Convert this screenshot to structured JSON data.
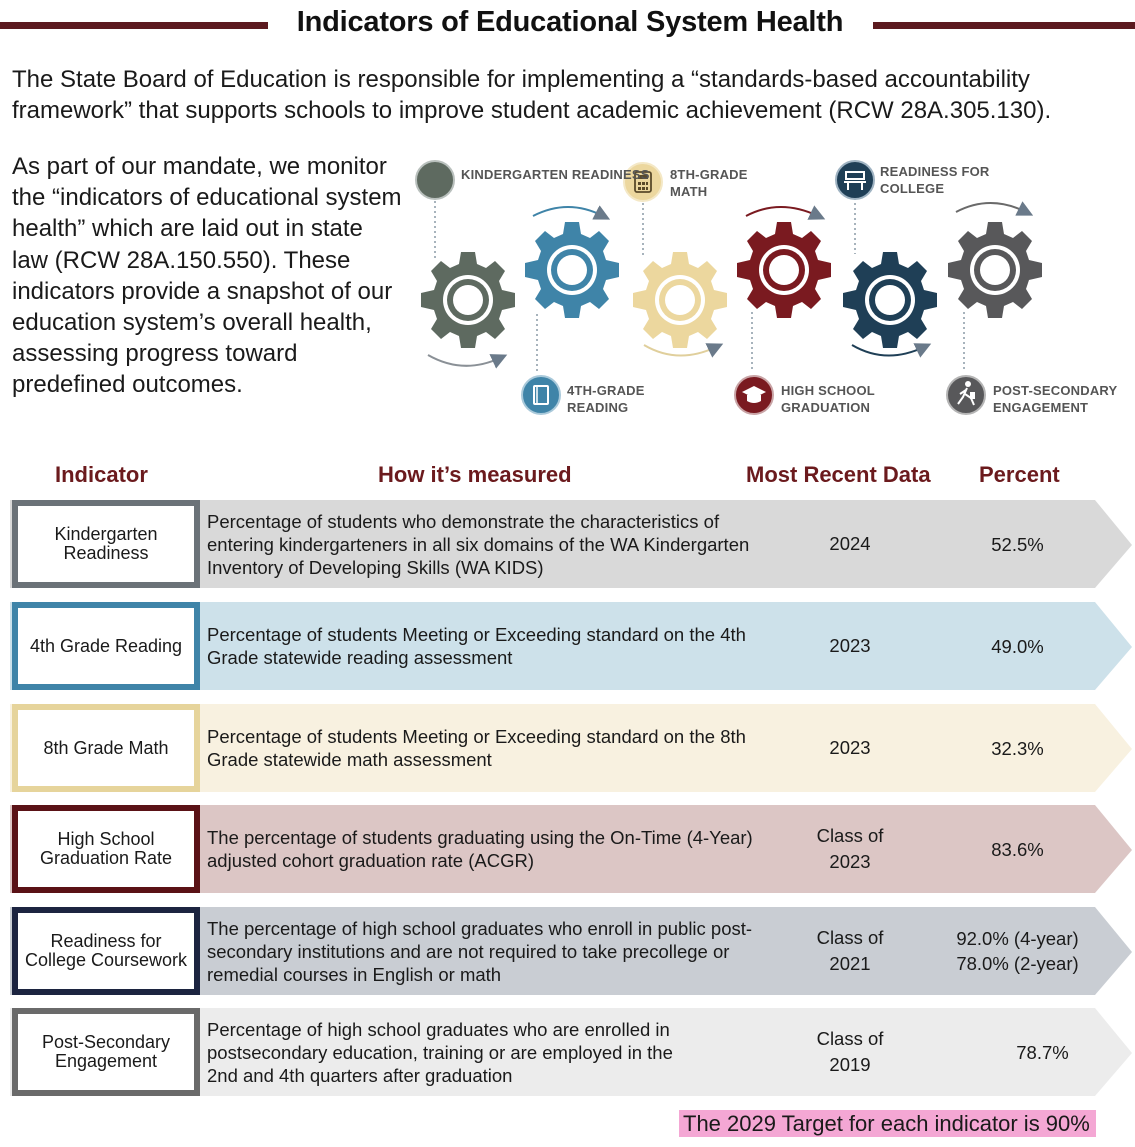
{
  "title": "Indicators of Educational System Health",
  "intro": "The State Board of Education is responsible for implementing a “standards-based accountability framework” that supports schools to improve student academic achievement (RCW 28A.305.130).",
  "mandate": "As part of our mandate, we monitor the “indicators of educational system health” which are laid out in state law (RCW 28A.150.550). These indicators provide a snapshot of our education system’s overall health, assessing progress toward predefined outcomes.",
  "diagram": {
    "labels": {
      "kindergarten": "KINDERGARTEN READINESS",
      "reading": "4TH-GRADE READING",
      "math": "8TH-GRADE MATH",
      "graduation": "HIGH SCHOOL GRADUATION",
      "college": "READINESS FOR COLLEGE",
      "postsecondary": "POST-SECONDARY ENGAGEMENT"
    },
    "colors": {
      "kindergarten": "#5e6a60",
      "reading": "#3f84a8",
      "math": "#ecd79e",
      "graduation": "#7a1a20",
      "college": "#1f3f56",
      "postsecondary": "#58585a"
    },
    "icons": {
      "reading": "book-icon",
      "math": "calculator-icon",
      "graduation": "graduation-cap-icon",
      "college": "desk-icon",
      "postsecondary": "walking-person-icon"
    }
  },
  "table": {
    "headers": {
      "indicator": "Indicator",
      "measure": "How it’s measured",
      "recent": "Most Recent Data",
      "percent": "Percent"
    },
    "rows": [
      {
        "indicator": "Kindergarten Readiness",
        "measure": "Percentage of students who demonstrate the characteristics of entering kindergarteners in all six domains of the WA Kindergarten Inventory of Developing Skills (WA KIDS)",
        "year": "2024",
        "percent": "52.5%",
        "percent2": "",
        "fill": "#d9d9d9",
        "border": "#6b7278"
      },
      {
        "indicator": "4th Grade Reading",
        "measure": "Percentage of students Meeting or Exceeding standard on the 4th Grade statewide reading assessment",
        "year": "2023",
        "percent": "49.0%",
        "percent2": "",
        "fill": "#cde1ea",
        "border": "#3f84a8"
      },
      {
        "indicator": "8th Grade Math",
        "measure": "Percentage of students Meeting or Exceeding standard on the 8th Grade statewide math assessment",
        "year": "2023",
        "percent": "32.3%",
        "percent2": "",
        "fill": "#f8f1e0",
        "border": "#e6d49b"
      },
      {
        "indicator": "High School Graduation Rate",
        "measure": "The percentage of students graduating using the On-Time (4-Year) adjusted cohort graduation rate (ACGR)",
        "year": "Class of 2023",
        "percent": "83.6%",
        "percent2": "",
        "fill": "#dcc6c5",
        "border": "#5a1216"
      },
      {
        "indicator": "Readiness for College Coursework",
        "measure": "The percentage of high school graduates who enroll in public post-secondary institutions and are not required to take precollege or remedial courses in English or math",
        "year": "Class of 2021",
        "percent": "92.0% (4-year)",
        "percent2": "78.0% (2-year)",
        "fill": "#c9cdd3",
        "border": "#1c2440"
      },
      {
        "indicator": "Post-Secondary Engagement",
        "measure": "Percentage of high school graduates who are enrolled in postsecondary education, training or are employed in the 2nd and 4th quarters after graduation",
        "year": "Class of 2019",
        "percent": "78.7%",
        "percent2": "",
        "fill": "#ececec",
        "border": "#6a6a6a"
      }
    ]
  },
  "target": "The 2029 Target for each indicator is 90%"
}
